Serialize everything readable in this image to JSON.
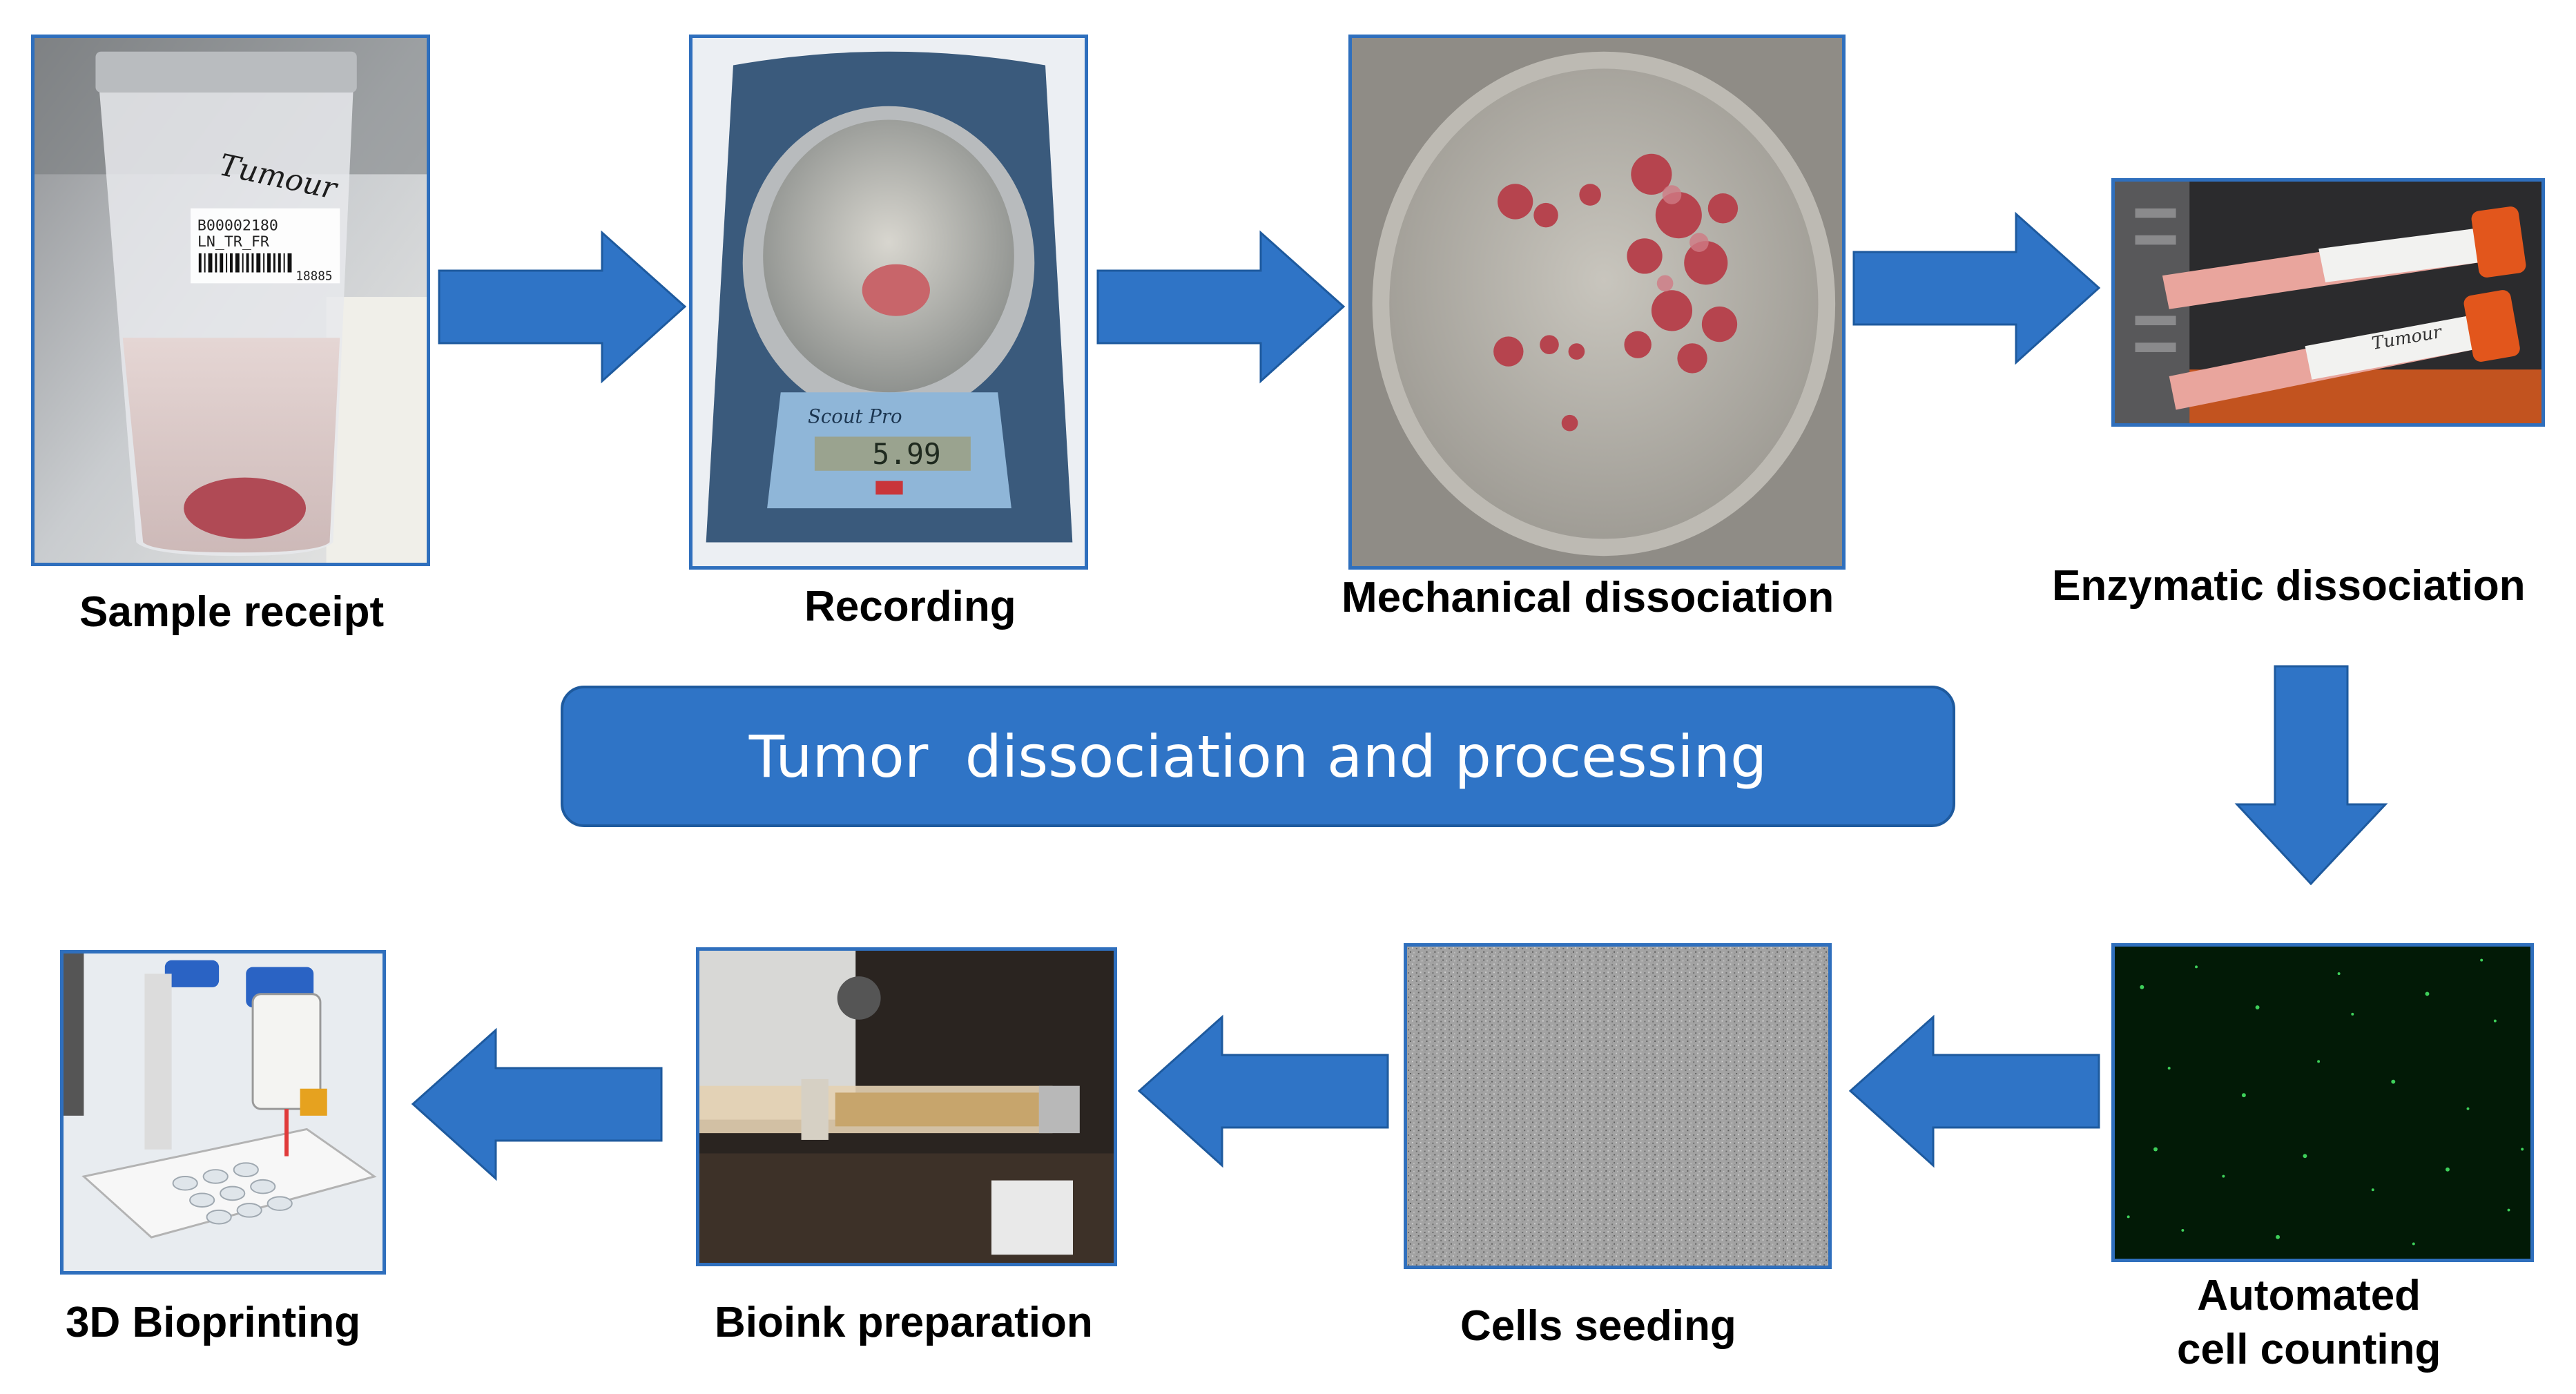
{
  "banner": {
    "text": "Tumor  dissociation and processing"
  },
  "steps": [
    {
      "label": "Sample receipt"
    },
    {
      "label": "Recording"
    },
    {
      "label": "Mechanical dissociation"
    },
    {
      "label": "Enzymatic dissociation"
    },
    {
      "label_line1": "Automated",
      "label_line2": "cell counting"
    },
    {
      "label": "Cells seeding"
    },
    {
      "label": "Bioink preparation"
    },
    {
      "label": "3D Bioprinting"
    }
  ],
  "photo_text": {
    "jar_handwriting": "Tumour",
    "jar_barcode_line1": "B00002180",
    "jar_barcode_line2": "LN_TR_FR",
    "jar_barcode_number": "18885",
    "scale_brand": "Scout Pro",
    "scale_display": "5.99",
    "tube_writing": "Tumour"
  },
  "colors": {
    "accent_blue": "#2f74c6",
    "frame_blue": "#2f6fbd",
    "label_black": "#000000"
  }
}
